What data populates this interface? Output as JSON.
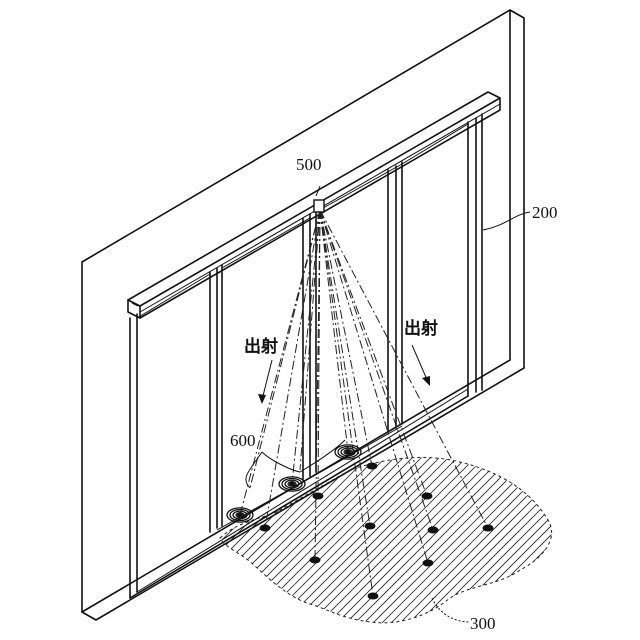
{
  "labels": {
    "sensor": "500",
    "wall": "200",
    "spots": "600",
    "floor_area": "300",
    "emit_left": "出射",
    "emit_right": "出射"
  }
}
